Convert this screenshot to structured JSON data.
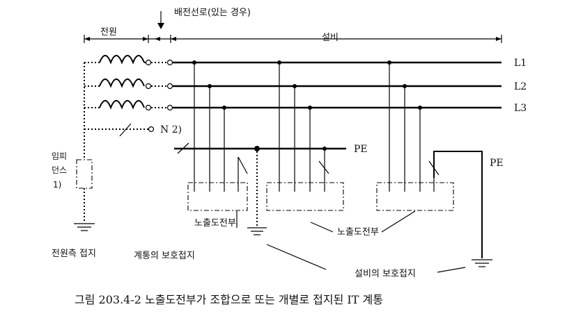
{
  "labels": {
    "distribution_line": "배전선로(있는 경우)",
    "source": "전원",
    "installation": "설비",
    "l1": "L1",
    "l2": "L2",
    "l3": "L3",
    "neutral": "N 2)",
    "pe_main": "PE",
    "pe_right": "PE",
    "impedance_line1": "임피",
    "impedance_line2": "던스",
    "impedance_line3": "1)",
    "exposed_part_left": "노출도전부",
    "exposed_part_right": "노출도전부",
    "source_earth": "전원측 접지",
    "system_protective_earth": "계통의 보호접지",
    "installation_protective_earth": "설비의 보호접지"
  },
  "caption": "그림 203.4-2 노출도전부가 조합으로 또는 개별로 접지된 IT 계통"
}
